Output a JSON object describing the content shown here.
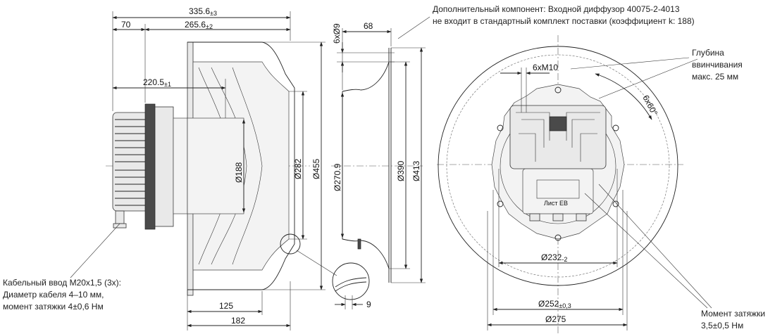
{
  "notes": {
    "diffuser_line1": "Дополнительный компонент: Входной диффузор 40075-2-4013",
    "diffuser_line2": "не входит в стандартный комплект поставки (коэффициент k: 188)",
    "depth_line1": "Глубина",
    "depth_line2": "ввинчивания",
    "depth_line3": "макс. 25 мм",
    "cable_line1": "Кабельный ввод M20x1,5 (3x):",
    "cable_line2": "Диаметр кабеля 4–10 мм,",
    "cable_line3": "момент затяжки 4±0,6 Нм",
    "torque_line1": "Момент затяжки",
    "torque_line2": "3,5±0,5 Нм"
  },
  "side_view": {
    "d335_main": "335.6",
    "d335_tol": "±3",
    "d70": "70",
    "d265_main": "265.6",
    "d265_tol": "±2",
    "d220_main": "220.5",
    "d220_tol": "±1",
    "d188": "Ø188",
    "d282": "Ø282",
    "d455": "Ø455",
    "d125": "125",
    "d182": "182"
  },
  "diffuser_view": {
    "d6x9": "6xØ9",
    "d68": "68",
    "d270": "Ø270.9",
    "d390": "Ø390",
    "d413": "Ø413",
    "d9": "9"
  },
  "front_view": {
    "d6xm10": "6xM10",
    "d6x60": "6x60°",
    "d232_main": "Ø232",
    "d232_tol": "-2",
    "d252_main": "Ø252",
    "d252_tol": "±0,3",
    "d275": "Ø275",
    "label_text": "Лист ЕВ"
  }
}
